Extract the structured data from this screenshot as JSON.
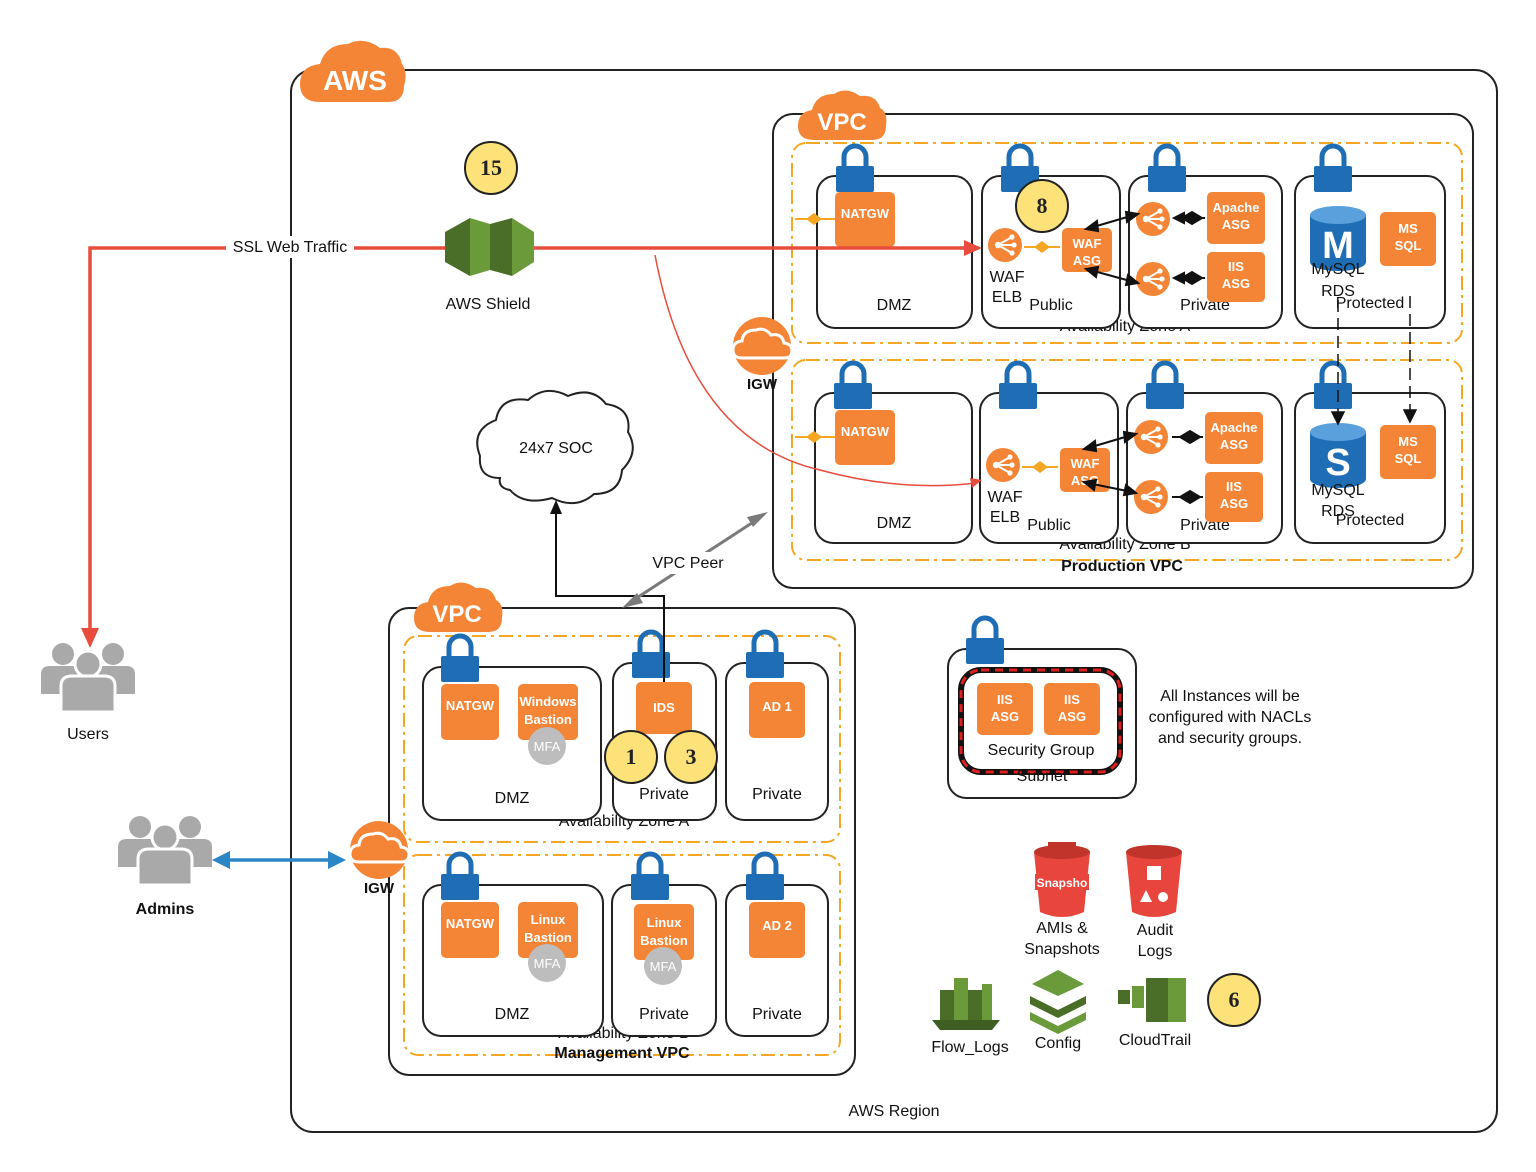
{
  "labels": {
    "aws_badge": "AWS",
    "vpc_badge": "VPC",
    "igw": "IGW",
    "aws_region": "AWS Region",
    "ssl_web_traffic": "SSL Web Traffic",
    "aws_shield": "AWS Shield",
    "users": "Users",
    "admins": "Admins",
    "soc": "24x7 SOC",
    "vpc_peer": "VPC Peer",
    "production_vpc": "Production VPC",
    "management_vpc": "Management VPC",
    "az_a": "Availability Zone A",
    "az_b": "Availability Zone B",
    "dmz": "DMZ",
    "public": "Public",
    "private": "Private",
    "protected": "Protected",
    "natgw": "NATGW",
    "waf": "WAF",
    "asg": "ASG",
    "elb": "ELB",
    "apache": "Apache",
    "iis": "IIS",
    "ms": "MS",
    "sql": "SQL",
    "mysql": "MySQL",
    "rds": "RDS",
    "ids": "IDS",
    "ad1": "AD 1",
    "ad2": "AD 2",
    "windows": "Windows",
    "linux": "Linux",
    "bastion": "Bastion",
    "mfa": "MFA",
    "security_group": "Security Group",
    "subnet": "Subnet",
    "note_line1": "All Instances will be",
    "note_line2": "configured with NACLs",
    "note_line3": "and security groups.",
    "snapshot_logo": "Snapsho",
    "amis_line1": "AMIs &",
    "amis_line2": "Snapshots",
    "audit_line1": "Audit",
    "audit_line2": "Logs",
    "flow_logs": "Flow_Logs",
    "config": "Config",
    "cloudtrail": "CloudTrail"
  },
  "badges": [
    "15",
    "8",
    "1",
    "3",
    "6"
  ],
  "icons": [
    "lock-icon",
    "cloud-icon",
    "users-icon",
    "load-balancer-icon",
    "database-icon",
    "bucket-icon",
    "shield-icon"
  ],
  "colors": {
    "aws_orange": "#f58536",
    "lock_blue": "#1f6eb5",
    "traffic_red": "#e74c3c",
    "admin_blue": "#2b86c5",
    "badge_yellow": "#fde27a",
    "users_gray": "#a9a9a9",
    "green": "#6b9a3a"
  }
}
